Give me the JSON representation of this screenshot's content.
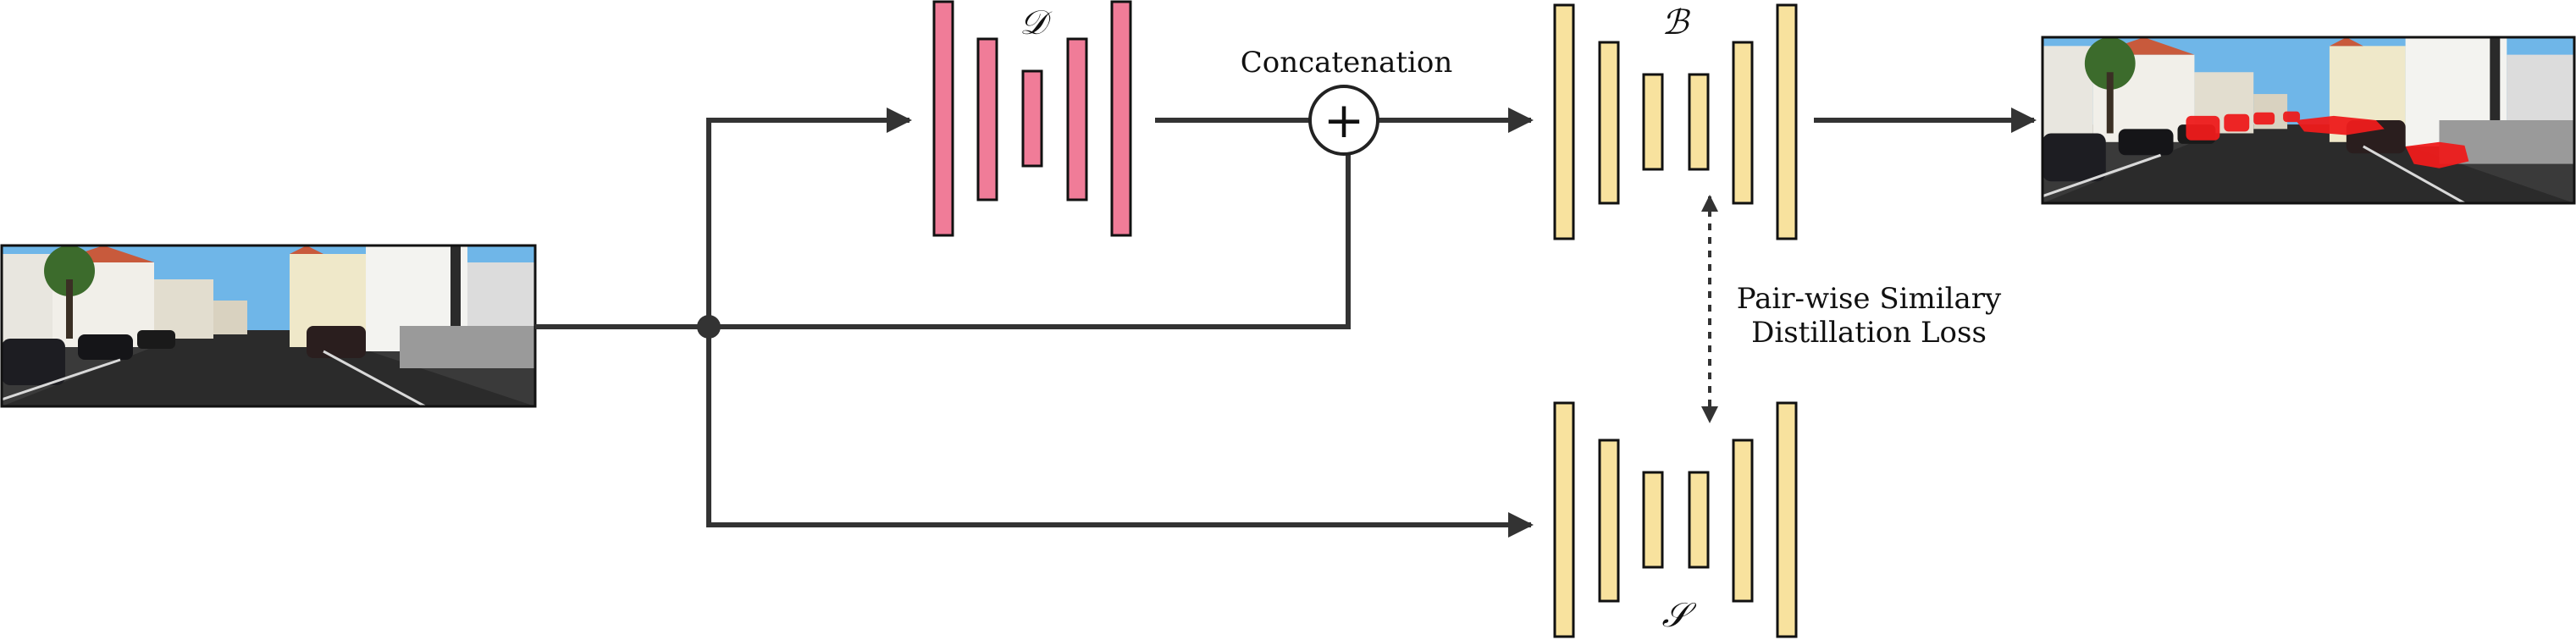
{
  "diagram": {
    "nodes": {
      "d_net": {
        "label": "𝒟",
        "layer_count": 5,
        "color": "#f07c98"
      },
      "b_net": {
        "label": "ℬ",
        "layer_count": 6,
        "color": "#f8e29e"
      },
      "s_net": {
        "label": "𝒮",
        "layer_count": 6,
        "color": "#f8e29e"
      },
      "concat": {
        "label": "Concatenation",
        "symbol": "+"
      }
    },
    "loss_label": [
      "Pair-wise Similary",
      "Distillation Loss"
    ],
    "edges": [
      {
        "from": "input-image",
        "to": "d_net"
      },
      {
        "from": "d_net",
        "to": "concat"
      },
      {
        "from": "input-image",
        "to": "concat"
      },
      {
        "from": "concat",
        "to": "b_net"
      },
      {
        "from": "b_net",
        "to": "output-image"
      },
      {
        "from": "input-image",
        "to": "s_net"
      },
      {
        "from": "b_net",
        "to": "s_net",
        "style": "dashed",
        "bidirectional": true
      }
    ],
    "colors": {
      "line": "#333333",
      "layer_stroke": "#111111",
      "sky": "#6fb6e8",
      "road": "#2e2e2e",
      "mask": "#ee1c1c"
    }
  }
}
